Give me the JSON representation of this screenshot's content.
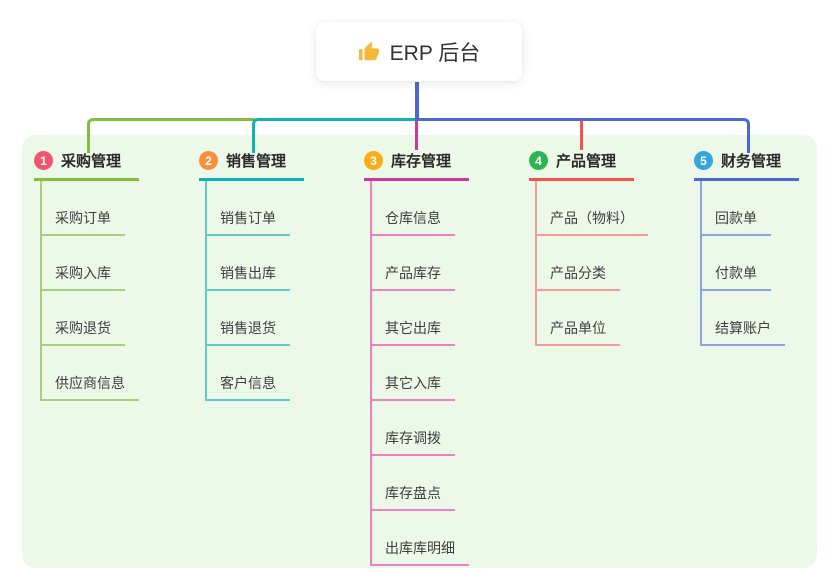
{
  "root": {
    "title": "ERP 后台",
    "icon": "thumbs-up-icon",
    "icon_color": "#f5b93a",
    "connector_color": "#4a68d5"
  },
  "panel": {
    "background": "#ecf8e8"
  },
  "branches": [
    {
      "index": "1",
      "label": "采购管理",
      "badge_color": "#ef5570",
      "line_color": "#85bb41",
      "item_line_color": "#a8cf7d",
      "items": [
        "采购订单",
        "采购入库",
        "采购退货",
        "供应商信息"
      ]
    },
    {
      "index": "2",
      "label": "销售管理",
      "badge_color": "#f8913b",
      "line_color": "#10b3b4",
      "item_line_color": "#63c8c8",
      "items": [
        "销售订单",
        "销售出库",
        "销售退货",
        "客户信息"
      ]
    },
    {
      "index": "3",
      "label": "库存管理",
      "badge_color": "#f7ae17",
      "line_color": "#ca399e",
      "item_line_color": "#f080bf",
      "items": [
        "仓库信息",
        "产品库存",
        "其它出库",
        "其它入库",
        "库存调拨",
        "库存盘点",
        "出库库明细"
      ]
    },
    {
      "index": "4",
      "label": "产品管理",
      "badge_color": "#2fb454",
      "line_color": "#f4544e",
      "item_line_color": "#f79d97",
      "items": [
        "产品（物料）",
        "产品分类",
        "产品单位"
      ]
    },
    {
      "index": "5",
      "label": "财务管理",
      "badge_color": "#33a6da",
      "line_color": "#4a68d5",
      "item_line_color": "#8da4e2",
      "items": [
        "回款单",
        "付款单",
        "结算账户"
      ]
    }
  ]
}
